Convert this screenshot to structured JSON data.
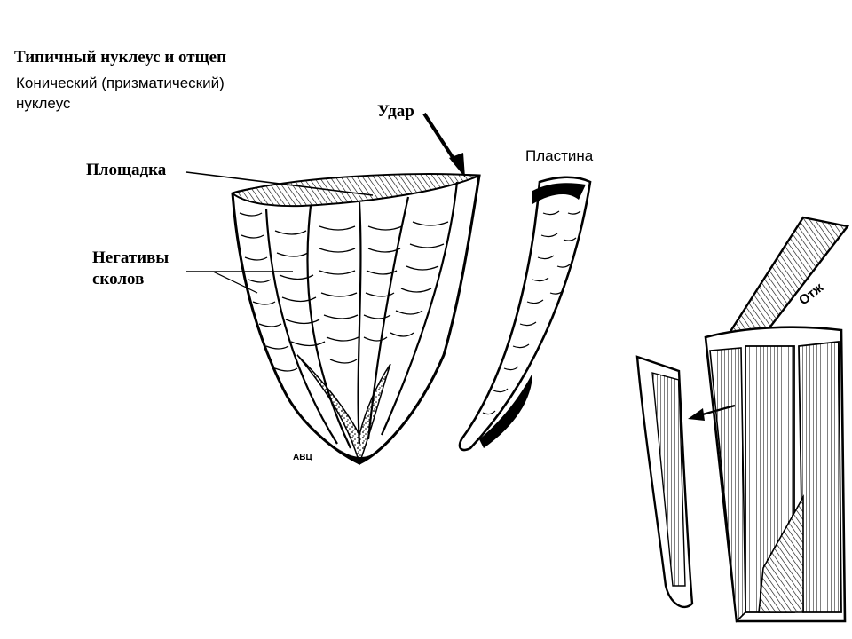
{
  "title": "Типичный нуклеус и отщеп",
  "subtitle_line1": "Конический (призматический)",
  "subtitle_line2": "нуклеус",
  "labels": {
    "udar": "Удар",
    "ploshadka": "Площадка",
    "negativy_line1": "Негативы",
    "negativy_line2": "сколов",
    "plastina": "Пластина",
    "signature": "АВЦ",
    "otzhim": "Отж"
  }
}
